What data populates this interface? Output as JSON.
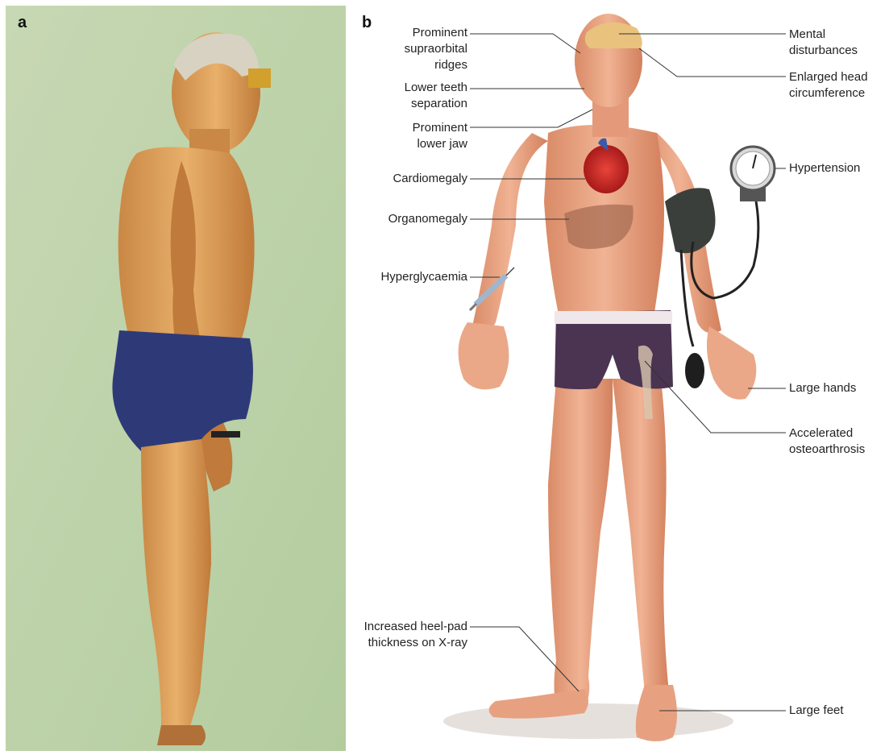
{
  "panels": {
    "a_letter": "a",
    "b_letter": "b"
  },
  "colors": {
    "photo_background": "#b9cfa6",
    "skin": "#e3a16f",
    "shorts_photo": "#2e3a78",
    "shorts_illustration": "#4b3451",
    "leader_line": "#333333"
  },
  "labels": {
    "supraorbital": [
      "Prominent",
      "supraorbital",
      "ridges"
    ],
    "teeth": [
      "Lower teeth",
      "separation"
    ],
    "jaw": [
      "Prominent",
      "lower jaw"
    ],
    "cardiomegaly": [
      "Cardiomegaly"
    ],
    "organomegaly": [
      "Organomegaly"
    ],
    "hyperglycaemia": [
      "Hyperglycaemia"
    ],
    "heelpad": [
      "Increased heel-pad",
      "thickness on X-ray"
    ],
    "mental": [
      "Mental",
      "disturbances"
    ],
    "head": [
      "Enlarged head",
      "circumference"
    ],
    "hypertension": [
      "Hypertension"
    ],
    "hands": [
      "Large hands"
    ],
    "osteoarthrosis": [
      "Accelerated",
      "osteoarthrosis"
    ],
    "feet": [
      "Large feet"
    ]
  }
}
